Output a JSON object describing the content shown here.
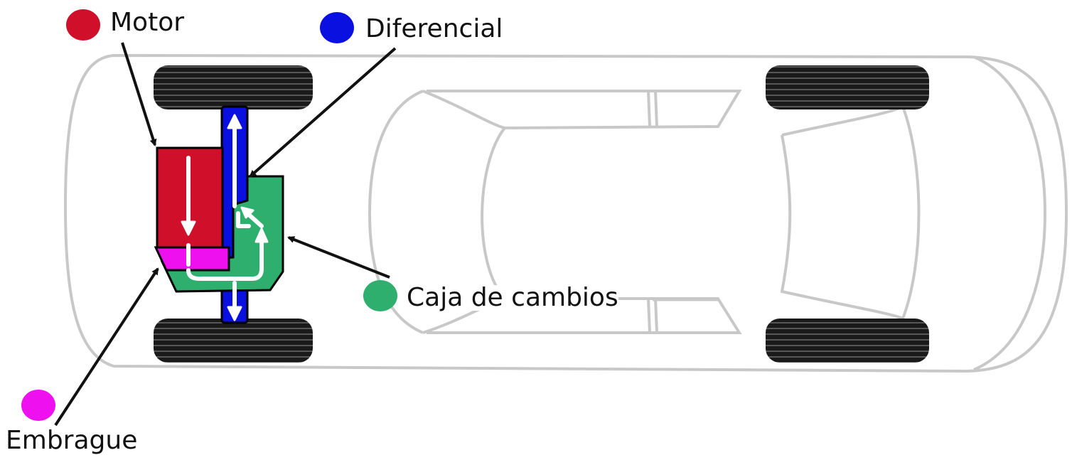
{
  "labels": {
    "motor": "Motor",
    "diferencial": "Diferencial",
    "caja": "Caja de cambios",
    "embrague": "Embrague"
  },
  "colors": {
    "motor": "#d0102a",
    "diferencial": "#0a10e0",
    "caja": "#2eaf6e",
    "embrague": "#ee10ee",
    "outline": "#c8c8c8",
    "tire": "#1a1a1a",
    "arrow": "#111111",
    "flow": "#ffffff"
  }
}
